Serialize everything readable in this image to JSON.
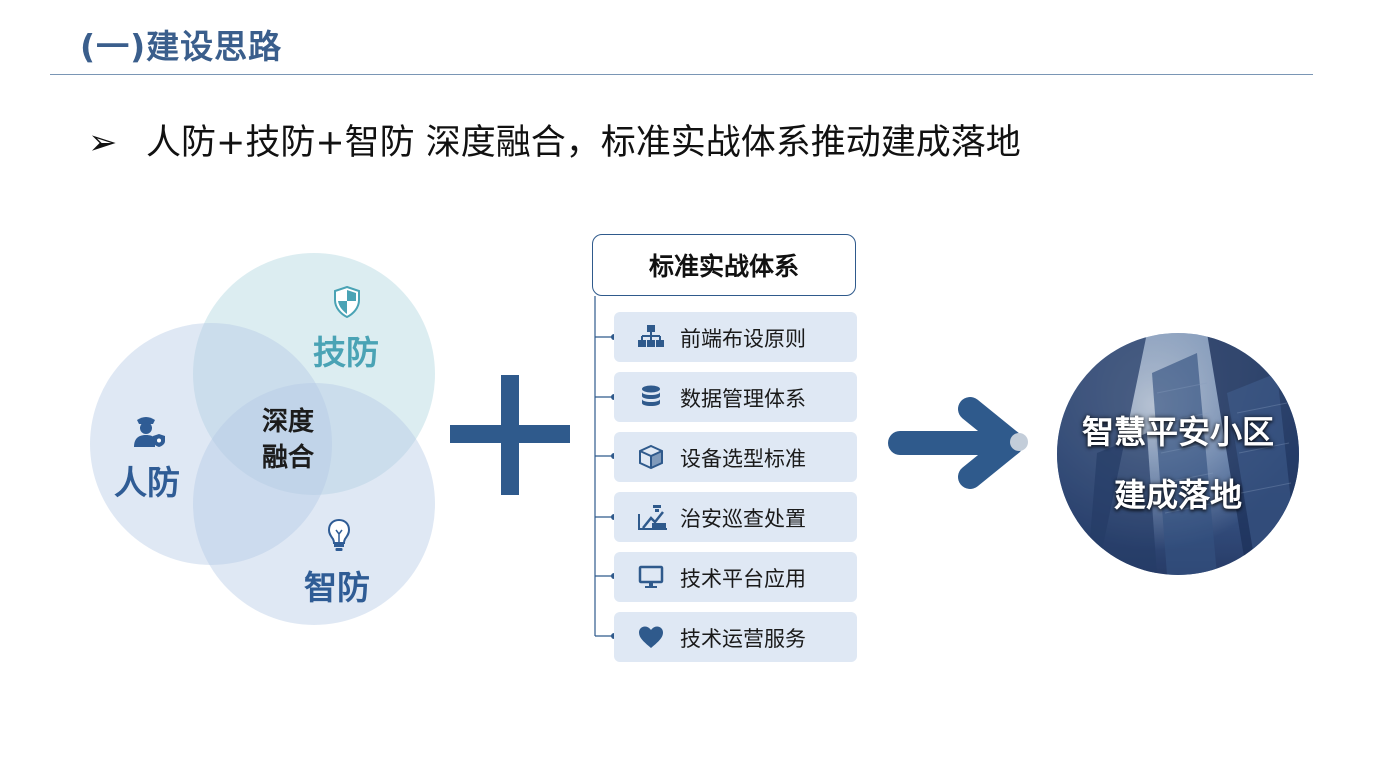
{
  "header": {
    "section_title": "(一)建设思路",
    "bullet": "➢",
    "headline": "人防+技防+智防 深度融合，标准实战体系推动建成落地"
  },
  "venn": {
    "tech": "技防",
    "human": "人防",
    "smart": "智防",
    "center": [
      "深度",
      "融合"
    ],
    "icons": {
      "tech": "shield-icon",
      "human": "police-officer-icon",
      "smart": "lightbulb-icon"
    }
  },
  "system": {
    "title": "标准实战体系",
    "items": [
      {
        "label": "前端布设原则",
        "icon": "network-hierarchy-icon"
      },
      {
        "label": "数据管理体系",
        "icon": "database-icon"
      },
      {
        "label": "设备选型标准",
        "icon": "cube-box-icon"
      },
      {
        "label": "治安巡查处置",
        "icon": "patrol-inspection-icon"
      },
      {
        "label": "技术平台应用",
        "icon": "monitor-icon"
      },
      {
        "label": "技术运营服务",
        "icon": "heart-icon"
      }
    ]
  },
  "outcome": {
    "line1": "智慧平安小区",
    "line2": "建成落地"
  },
  "colors": {
    "title_blue": "#3a5e8c",
    "dark_blue": "#2f5a8c",
    "teal": "#4aa3b5",
    "item_bg": "#dfe8f4"
  }
}
